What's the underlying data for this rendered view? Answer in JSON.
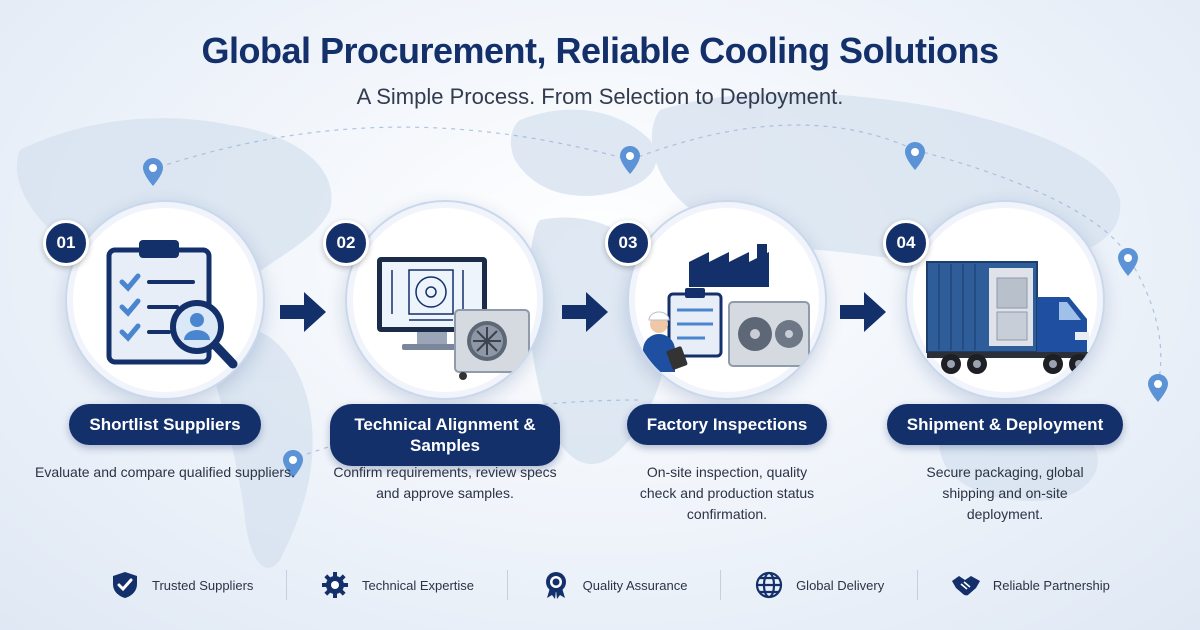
{
  "header": {
    "title": "Global Procurement, Reliable Cooling Solutions",
    "subtitle": "A Simple Process. From Selection to Deployment."
  },
  "steps": [
    {
      "number": "01",
      "label": "Shortlist Suppliers",
      "description": "Evaluate and compare qualified suppliers."
    },
    {
      "number": "02",
      "label": "Technical Alignment & Samples",
      "description": "Confirm requirements, review specs and approve samples."
    },
    {
      "number": "03",
      "label": "Factory Inspections",
      "description": "On-site inspection, quality check and production status confirmation."
    },
    {
      "number": "04",
      "label": "Shipment & Deployment",
      "description": "Secure packaging, global shipping and on-site deployment."
    }
  ],
  "features": [
    {
      "label": "Trusted Suppliers",
      "icon": "shield-check-icon"
    },
    {
      "label": "Technical Expertise",
      "icon": "gear-icon"
    },
    {
      "label": "Quality Assurance",
      "icon": "award-badge-icon"
    },
    {
      "label": "Global Delivery",
      "icon": "globe-icon"
    },
    {
      "label": "Reliable Partnership",
      "icon": "handshake-icon"
    }
  ],
  "colors": {
    "primary": "#14306b",
    "accent": "#4a86d0",
    "pin": "#5b93d6"
  }
}
